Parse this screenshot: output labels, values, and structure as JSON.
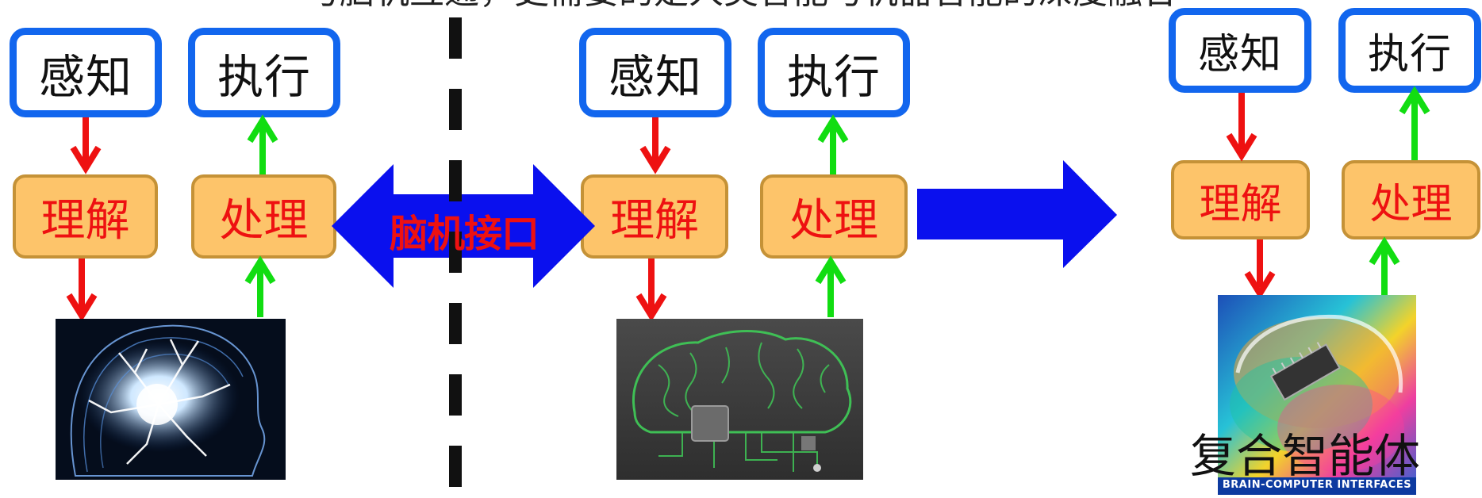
{
  "caption": {
    "text": "与脑机互通，更需要的是人类智能与机器智能的深度融合"
  },
  "panels": [
    {
      "perceive": "感知",
      "execute": "执行",
      "understand": "理解",
      "process": "处理",
      "image": "human-brain"
    },
    {
      "perceive": "感知",
      "execute": "执行",
      "understand": "理解",
      "process": "处理",
      "image": "circuit-brain"
    },
    {
      "perceive": "感知",
      "execute": "执行",
      "understand": "理解",
      "process": "处理",
      "image": "brain-computer-interface-cover"
    }
  ],
  "interface_label": "脑机接口",
  "composite_label": "复合智能体",
  "cover_caption": "BRAIN-COMPUTER INTERFACES",
  "colors": {
    "box_border": "#1266ee",
    "box_fill_orange": "#fdc46a",
    "orange_border": "#c59237",
    "label_red": "#ee1111",
    "arrow_red": "#ee1111",
    "arrow_green": "#11dd11",
    "big_arrow_blue": "#0a10ee"
  }
}
